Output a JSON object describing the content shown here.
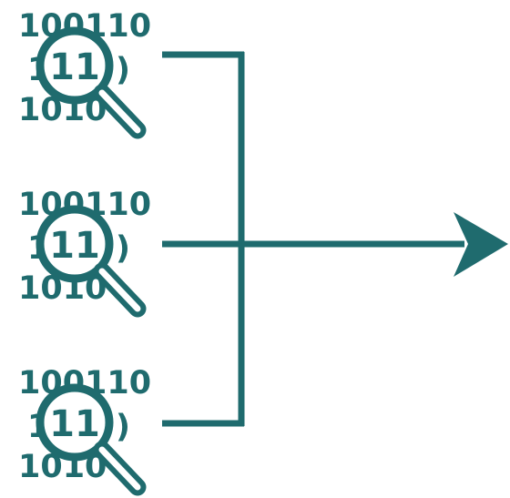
{
  "colors": {
    "primary": "#1f6b6e",
    "background": "#ffffff"
  },
  "icons": [
    {
      "name": "data-search-icon",
      "binary_rows": [
        "100110",
        "1",
        ")",
        "1010"
      ],
      "lens_label": "11"
    },
    {
      "name": "data-search-icon",
      "binary_rows": [
        "100110",
        "1",
        ")",
        "1010"
      ],
      "lens_label": "11"
    },
    {
      "name": "data-search-icon",
      "binary_rows": [
        "100110",
        "1",
        ")",
        "1010"
      ],
      "lens_label": "11"
    }
  ],
  "connector": {
    "type": "merge-bracket",
    "inputs": 3,
    "arrow": "right"
  }
}
